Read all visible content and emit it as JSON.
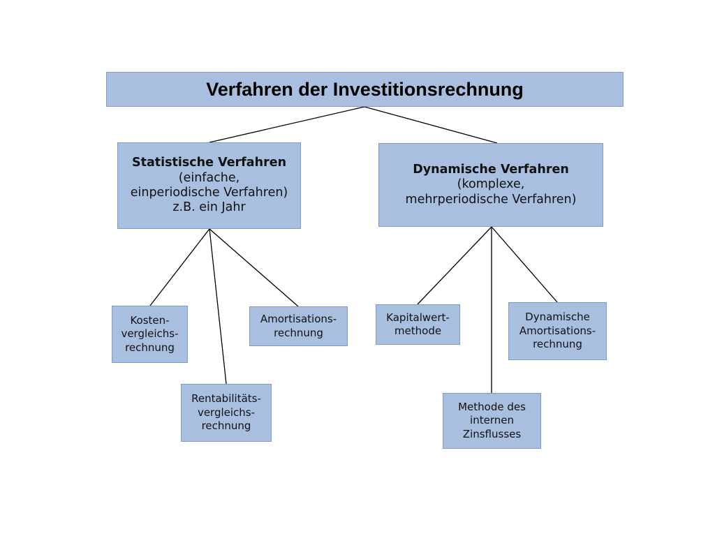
{
  "root": {
    "title": "Verfahren der Investitionsrechnung"
  },
  "static_methods": {
    "heading": "Statistische Verfahren",
    "lines": [
      "(einfache,",
      "einperiodische Verfahren)",
      "z.B. ein Jahr"
    ],
    "children": [
      [
        "Kosten-",
        "vergleichs-",
        "rechnung"
      ],
      [
        "Rentabilitäts-",
        "vergleichs-",
        "rechnung"
      ],
      [
        "Amortisations-",
        "rechnung"
      ]
    ]
  },
  "dynamic_methods": {
    "heading": "Dynamische Verfahren",
    "lines": [
      "(komplexe,",
      "mehrperiodische Verfahren)"
    ],
    "children": [
      [
        "Kapitalwert-",
        "methode"
      ],
      [
        "Methode des",
        "internen",
        "Zinsflusses"
      ],
      [
        "Dynamische",
        "Amortisations-",
        "rechnung"
      ]
    ]
  },
  "colors": {
    "box_fill": "#a9bfe0",
    "box_border": "#7f9bc5",
    "connector": "#000000"
  }
}
